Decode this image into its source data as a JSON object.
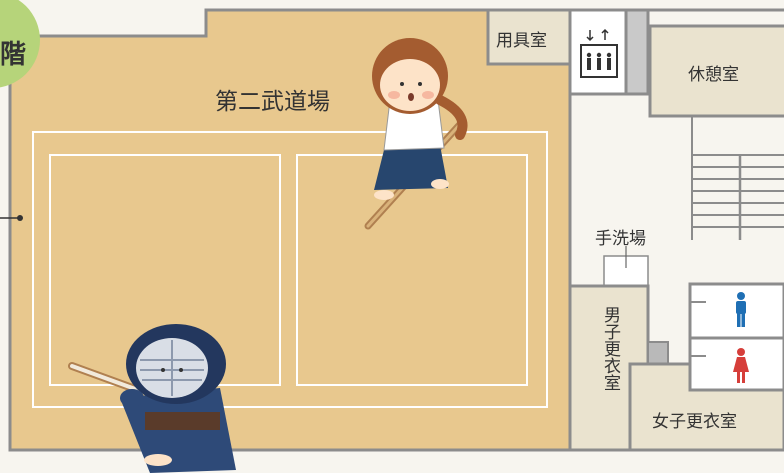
{
  "floor": {
    "indicator": "階"
  },
  "rooms": {
    "dojo": "第二武道場",
    "equipment": "用具室",
    "lounge": "休憩室",
    "handwash": "手洗場",
    "mens_changing": "男子更衣室",
    "womens_changing": "女子更衣室"
  },
  "icons": {
    "elevator": "elevator-icon",
    "restroom_men": "restroom-men-icon",
    "restroom_women": "restroom-women-icon",
    "kendo_girl": "kendo-girl-illustration",
    "kendo_armor": "kendo-armor-illustration"
  },
  "colors": {
    "floor": "#e8c88e",
    "wall": "#8c8c8c",
    "room": "#eae3cf",
    "badge": "#b6d47a",
    "men": "#1f6fb4",
    "women": "#d63e3a"
  }
}
